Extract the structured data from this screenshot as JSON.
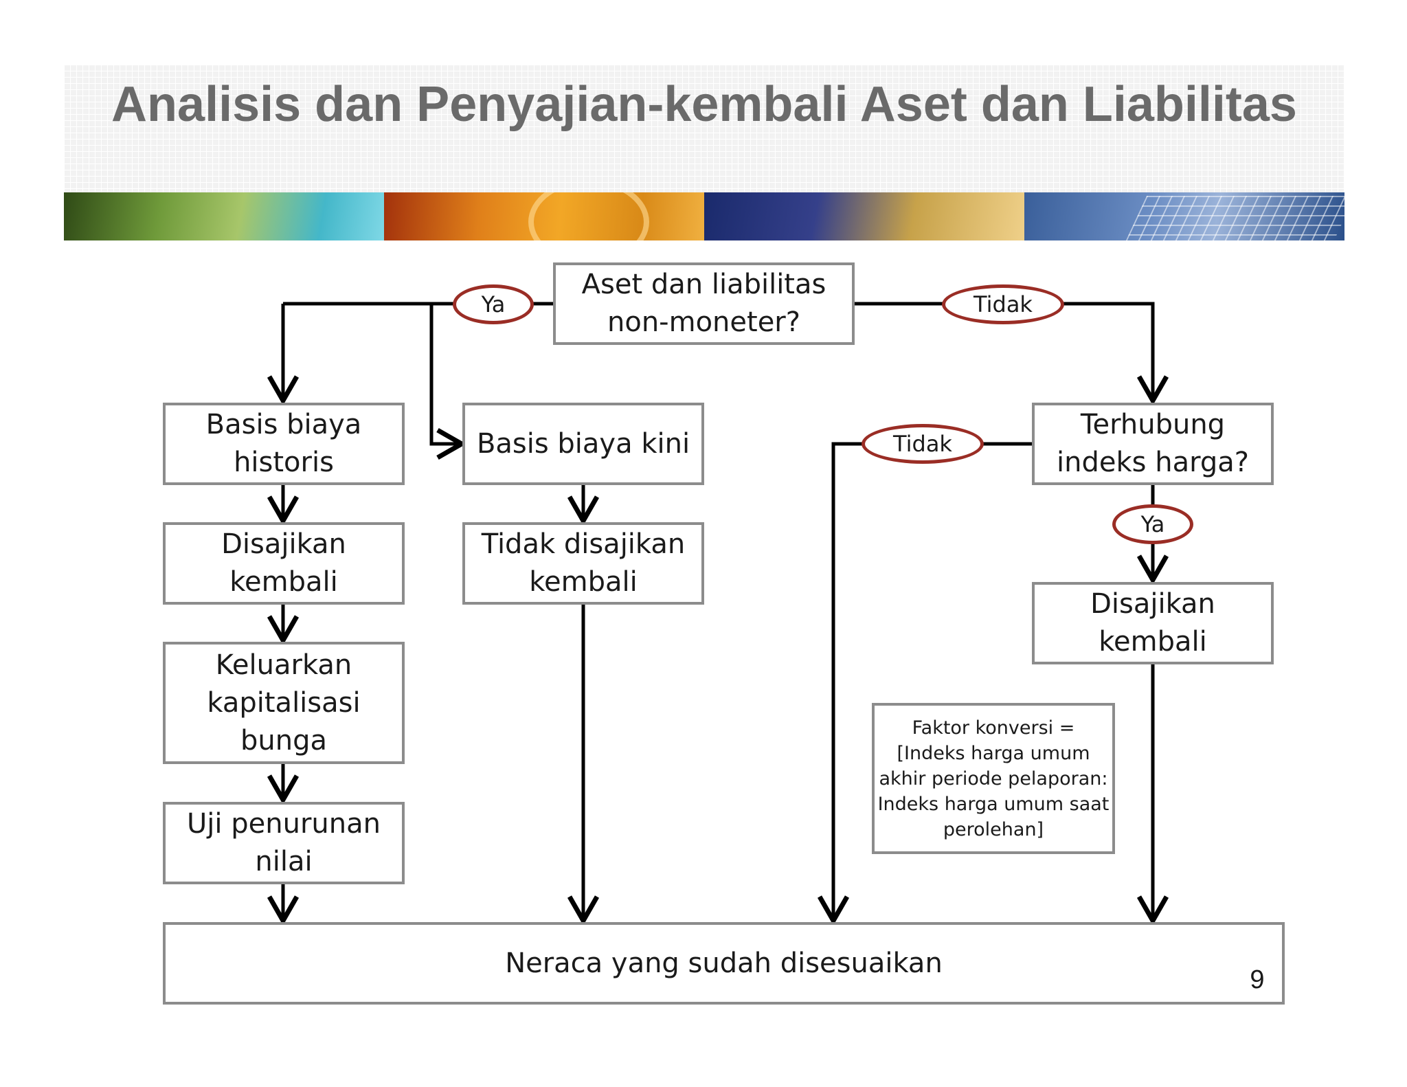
{
  "title": "Analisis dan Penyajian-kembali Aset dan Liabilitas",
  "nodes": {
    "question_nonmonetary": "Aset dan liabilitas\nnon-moneter?",
    "historical_cost": "Basis biaya\nhistoris",
    "current_cost": "Basis biaya kini",
    "index_linked": "Terhubung\nindeks harga?",
    "restated_left": "Disajikan\nkembali",
    "not_restated": "Tidak disajikan\nkembali",
    "restated_right": "Disajikan\nkembali",
    "exclude_interest": "Keluarkan\nkapitalisasi\nbunga",
    "impairment_test": "Uji penurunan\nnilai",
    "conversion_factor": "Faktor konversi =\n[Indeks harga umum\nakhir periode pelaporan:\nIndeks harga umum saat\nperolehan]",
    "adjusted_balance": "Neraca yang sudah disesuaikan"
  },
  "labels": {
    "yes_top": "Ya",
    "no_top": "Tidak",
    "no_index": "Tidak",
    "yes_index": "Ya"
  },
  "page_number": "9",
  "colors": {
    "title": "#6a6a6a",
    "box_border": "#8c8c8c",
    "oval_border": "#9a2d25",
    "connector": "#000000"
  }
}
